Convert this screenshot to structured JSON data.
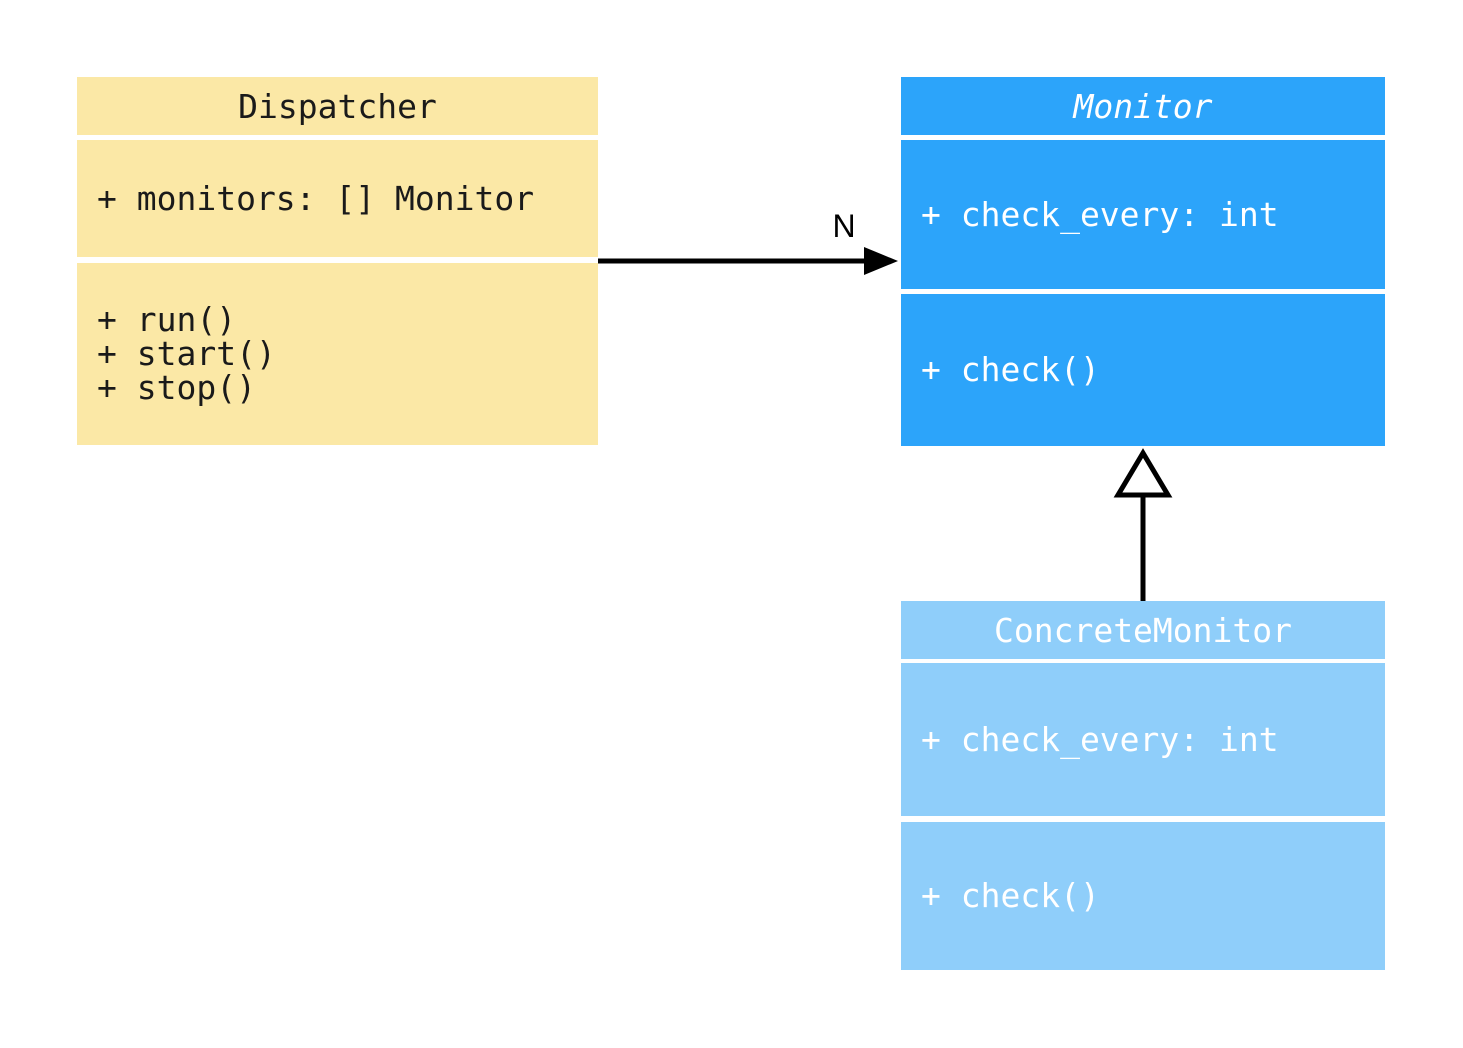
{
  "diagram": {
    "type": "uml-class-diagram",
    "background_color": "#ffffff",
    "classes": [
      {
        "title": "Dispatcher",
        "abstract": false,
        "fill": "#FBE8A6",
        "text_color": "#1a1a1a",
        "attributes": [
          "+ monitors: [] Monitor"
        ],
        "methods": [
          "+ run()",
          "+ start()",
          "+ stop()"
        ]
      },
      {
        "title": "Monitor",
        "abstract": true,
        "fill": "#2CA4FA",
        "text_color": "#ffffff",
        "attributes": [
          "+ check_every: int"
        ],
        "methods": [
          "+ check()"
        ]
      },
      {
        "title": "ConcreteMonitor",
        "abstract": false,
        "fill": "#8FCEFA",
        "text_color": "#ffffff",
        "attributes": [
          "+ check_every: int"
        ],
        "methods": [
          "+ check()"
        ]
      }
    ],
    "relations": {
      "association": {
        "from": "Dispatcher",
        "to": "Monitor",
        "label": "N",
        "arrow_style": "filled-arrowhead",
        "line_color": "#000000"
      },
      "inheritance": {
        "from": "ConcreteMonitor",
        "to": "Monitor",
        "arrow_style": "hollow-triangle",
        "line_color": "#000000"
      }
    }
  }
}
